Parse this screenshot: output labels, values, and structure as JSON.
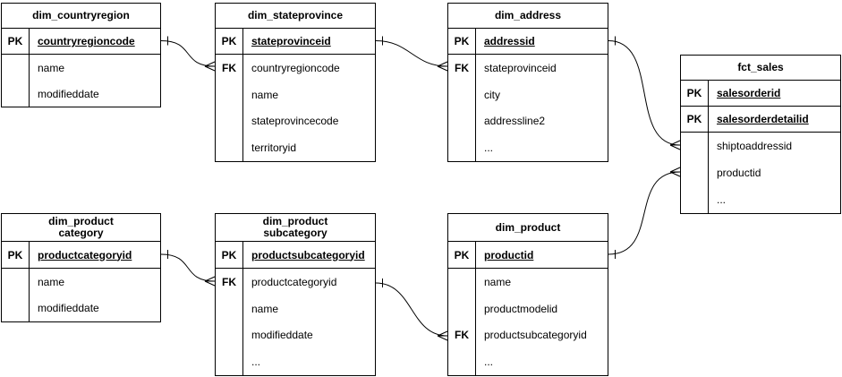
{
  "diagram": {
    "colors": {
      "line": "#000000",
      "text": "#000000",
      "background": "#ffffff"
    },
    "tables": [
      {
        "id": "dim_countryregion",
        "title": "dim_countryregion",
        "rows": [
          {
            "key": "PK",
            "name": "countryregioncode",
            "pk": true
          },
          {
            "key": "",
            "name": "name"
          },
          {
            "key": "",
            "name": "modifieddate"
          }
        ]
      },
      {
        "id": "dim_stateprovince",
        "title": "dim_stateprovince",
        "rows": [
          {
            "key": "PK",
            "name": "stateprovinceid",
            "pk": true
          },
          {
            "key": "FK",
            "name": "countryregioncode"
          },
          {
            "key": "",
            "name": "name"
          },
          {
            "key": "",
            "name": "stateprovincecode"
          },
          {
            "key": "",
            "name": "territoryid"
          }
        ]
      },
      {
        "id": "dim_address",
        "title": "dim_address",
        "rows": [
          {
            "key": "PK",
            "name": "addressid",
            "pk": true
          },
          {
            "key": "FK",
            "name": "stateprovinceid"
          },
          {
            "key": "",
            "name": "city"
          },
          {
            "key": "",
            "name": "addressline2"
          },
          {
            "key": "",
            "name": "..."
          }
        ]
      },
      {
        "id": "fct_sales",
        "title": "fct_sales",
        "rows": [
          {
            "key": "PK",
            "name": "salesorderid",
            "pk": true
          },
          {
            "key": "PK",
            "name": "salesorderdetailid",
            "pk": true
          },
          {
            "key": "",
            "name": "shiptoaddressid"
          },
          {
            "key": "",
            "name": "productid"
          },
          {
            "key": "",
            "name": "..."
          }
        ]
      },
      {
        "id": "dim_productcategory",
        "title": "dim_product\ncategory",
        "rows": [
          {
            "key": "PK",
            "name": "productcategoryid",
            "pk": true
          },
          {
            "key": "",
            "name": "name"
          },
          {
            "key": "",
            "name": "modifieddate"
          }
        ]
      },
      {
        "id": "dim_productsubcategory",
        "title": "dim_product\nsubcategory",
        "rows": [
          {
            "key": "PK",
            "name": "productsubcategoryid",
            "pk": true
          },
          {
            "key": "FK",
            "name": "productcategoryid"
          },
          {
            "key": "",
            "name": "name"
          },
          {
            "key": "",
            "name": "modifieddate"
          },
          {
            "key": "",
            "name": "..."
          }
        ]
      },
      {
        "id": "dim_product",
        "title": "dim_product",
        "rows": [
          {
            "key": "PK",
            "name": "productid",
            "pk": true
          },
          {
            "key": "",
            "name": "name"
          },
          {
            "key": "",
            "name": "productmodelid"
          },
          {
            "key": "FK",
            "name": "productsubcategoryid"
          },
          {
            "key": "",
            "name": "..."
          }
        ]
      }
    ],
    "relationships": [
      {
        "from_table": "dim_countryregion",
        "from_field": "countryregioncode",
        "from_cardinality": "one",
        "to_table": "dim_stateprovince",
        "to_field": "countryregioncode",
        "to_cardinality": "many"
      },
      {
        "from_table": "dim_stateprovince",
        "from_field": "stateprovinceid",
        "from_cardinality": "one",
        "to_table": "dim_address",
        "to_field": "stateprovinceid",
        "to_cardinality": "many"
      },
      {
        "from_table": "dim_address",
        "from_field": "addressid",
        "from_cardinality": "one",
        "to_table": "fct_sales",
        "to_field": "shiptoaddressid",
        "to_cardinality": "many"
      },
      {
        "from_table": "dim_product",
        "from_field": "productid",
        "from_cardinality": "one",
        "to_table": "fct_sales",
        "to_field": "productid",
        "to_cardinality": "many"
      },
      {
        "from_table": "dim_productcategory",
        "from_field": "productcategoryid",
        "from_cardinality": "one",
        "to_table": "dim_productsubcategory",
        "to_field": "productcategoryid",
        "to_cardinality": "many"
      },
      {
        "from_table": "dim_productsubcategory",
        "from_field": "productsubcategoryid",
        "from_cardinality": "one",
        "to_table": "dim_product",
        "to_field": "productsubcategoryid",
        "to_cardinality": "many"
      }
    ]
  }
}
